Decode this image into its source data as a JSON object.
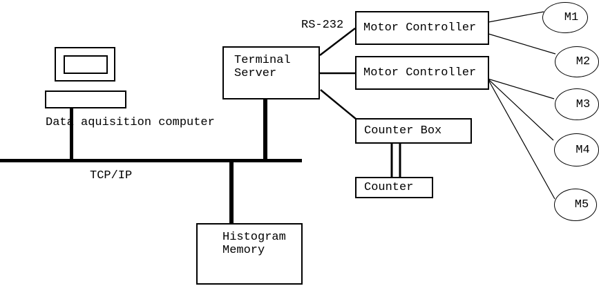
{
  "diagram": {
    "background_color": "#ffffff",
    "line_color": "#000000",
    "nodes": {
      "data_acquisition_computer": {
        "label": "Data aquisition computer"
      },
      "terminal_server": {
        "line1": "Terminal",
        "line2": "Server"
      },
      "motor_controller_1": {
        "label": "Motor Controller"
      },
      "motor_controller_2": {
        "label": "Motor Controller"
      },
      "counter_box": {
        "label": "Counter Box"
      },
      "counter": {
        "label": "Counter"
      },
      "histogram_memory": {
        "line1": "Histogram",
        "line2": "Memory"
      },
      "motors": [
        {
          "label": "M1"
        },
        {
          "label": "M2"
        },
        {
          "label": "M3"
        },
        {
          "label": "M4"
        },
        {
          "label": "M5"
        }
      ]
    },
    "connection_labels": {
      "serial": "RS-232",
      "network": "TCP/IP"
    }
  }
}
